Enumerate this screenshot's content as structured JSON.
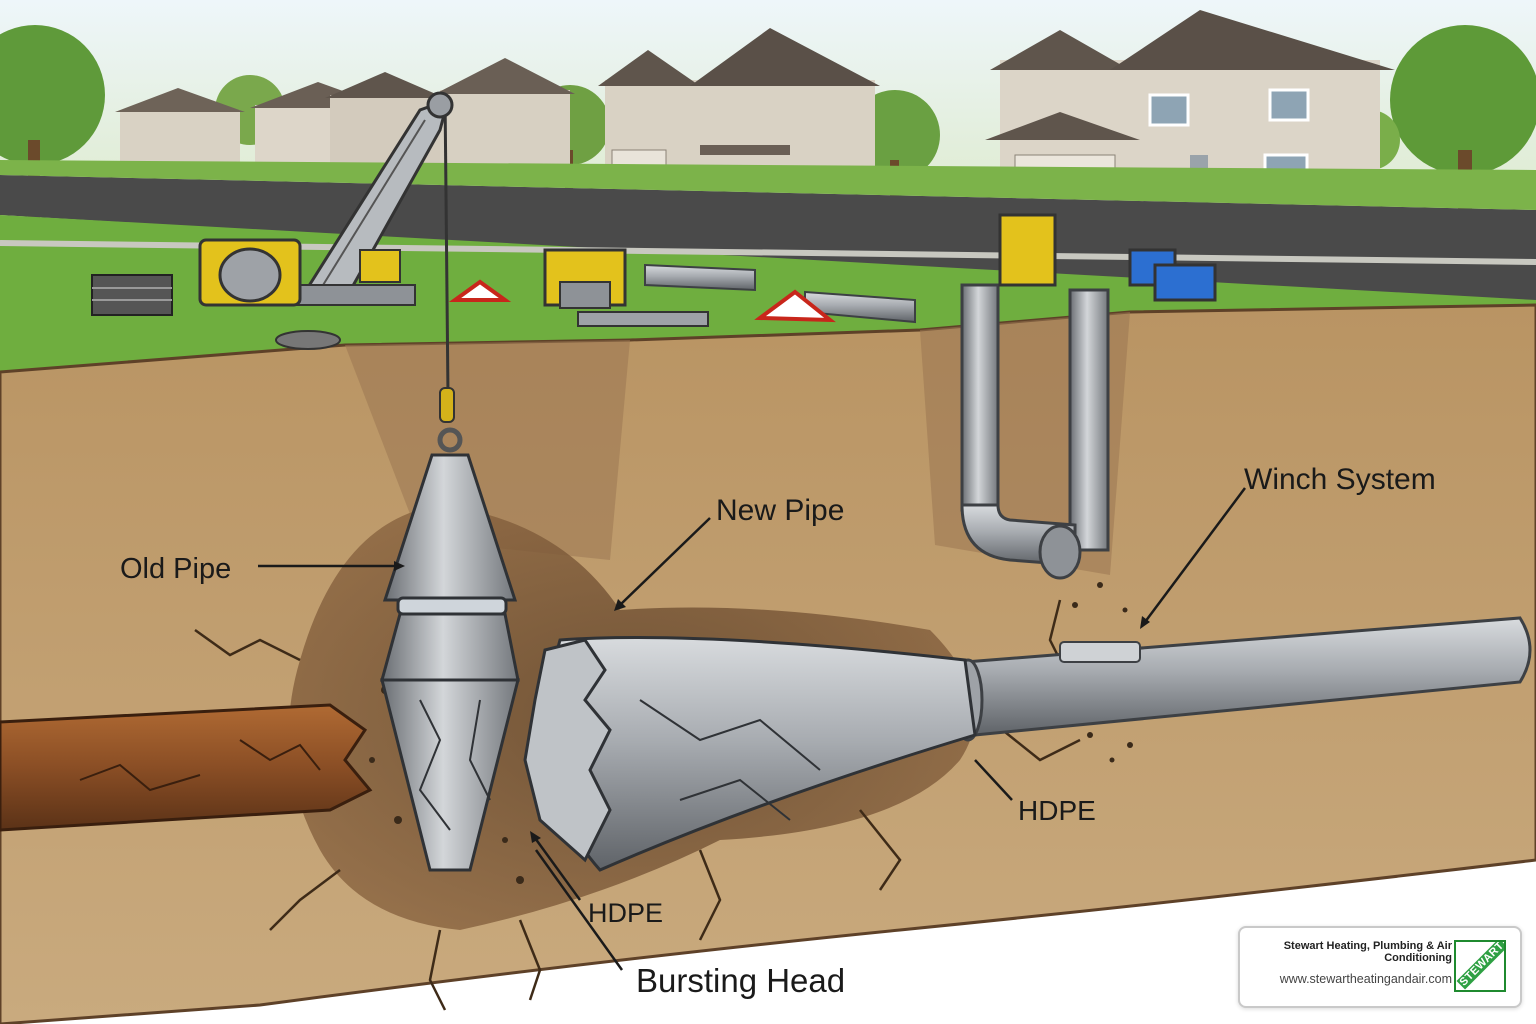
{
  "labels": {
    "old_pipe": "Old Pipe",
    "new_pipe": "New Pipe",
    "winch_system": "Winch System",
    "hdpe_right": "HDPE",
    "hdpe_bottom": "HDPE",
    "bursting_head": "Bursting Head"
  },
  "brand": {
    "name": "Stewart Heating, Plumbing & Air Conditioning",
    "url": "www.stewartheatingandair.com",
    "logo_text": "STEWART"
  },
  "colors": {
    "sky": "#dfeff6",
    "grass": "#6fae3f",
    "soil": "#c7a57a",
    "soil_dark": "#8a6440",
    "road": "#4a4a4a",
    "steel": "#a9adb2",
    "old_pipe": "#8a4e25",
    "equipment_yellow": "#e3c21c",
    "brand_green": "#2ea043"
  },
  "icons": [
    "winch-icon",
    "crane-icon",
    "bursting-head-icon",
    "hydraulic-unit-icon",
    "traffic-barrier-icon",
    "stewart-logo-icon"
  ]
}
